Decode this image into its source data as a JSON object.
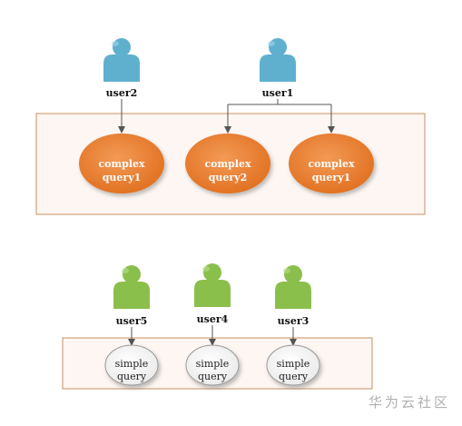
{
  "colors": {
    "blue_user": "#5fb0cf",
    "green_user": "#8bbf4c",
    "complex_fill": "#ed7d31",
    "simple_fill": "#ffffff",
    "box_border": "#c98f61",
    "box_fill": "#fdf6f2"
  },
  "top": {
    "users": [
      {
        "label": "user2"
      },
      {
        "label": "user1"
      }
    ],
    "queries": [
      {
        "line1": "complex",
        "line2": "query1"
      },
      {
        "line1": "complex",
        "line2": "query2"
      },
      {
        "line1": "complex",
        "line2": "query1"
      }
    ]
  },
  "bottom": {
    "users": [
      {
        "label": "user5"
      },
      {
        "label": "user4"
      },
      {
        "label": "user3"
      }
    ],
    "queries": [
      {
        "line1": "simple",
        "line2": "query"
      },
      {
        "line1": "simple",
        "line2": "query"
      },
      {
        "line1": "simple",
        "line2": "query"
      }
    ]
  },
  "watermark": "华为云社区"
}
